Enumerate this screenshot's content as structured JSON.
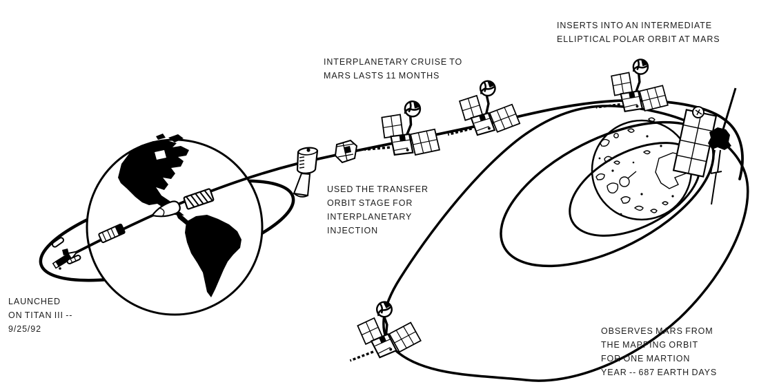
{
  "title": "Mars Observer mission trajectory diagram",
  "colors": {
    "ink": "#000000",
    "background": "#ffffff",
    "text": "#1c1c1c"
  },
  "labels": {
    "inserts": "INSERTS INTO AN INTERMEDIATE\nELLIPTICAL POLAR ORBIT AT MARS",
    "cruise": "INTERPLANETARY CRUISE TO\nMARS LASTS 11 MONTHS",
    "transfer": "USED THE TRANSFER\nORBIT STAGE FOR\nINTERPLANETARY\nINJECTION",
    "launch": "LAUNCHED\nON TITAN III --\n9/25/92",
    "observe": "OBSERVES MARS FROM\nTHE MAPPING ORBIT\nFOR ONE MARTION\nYEAR -- 687 EARTH DAYS"
  }
}
